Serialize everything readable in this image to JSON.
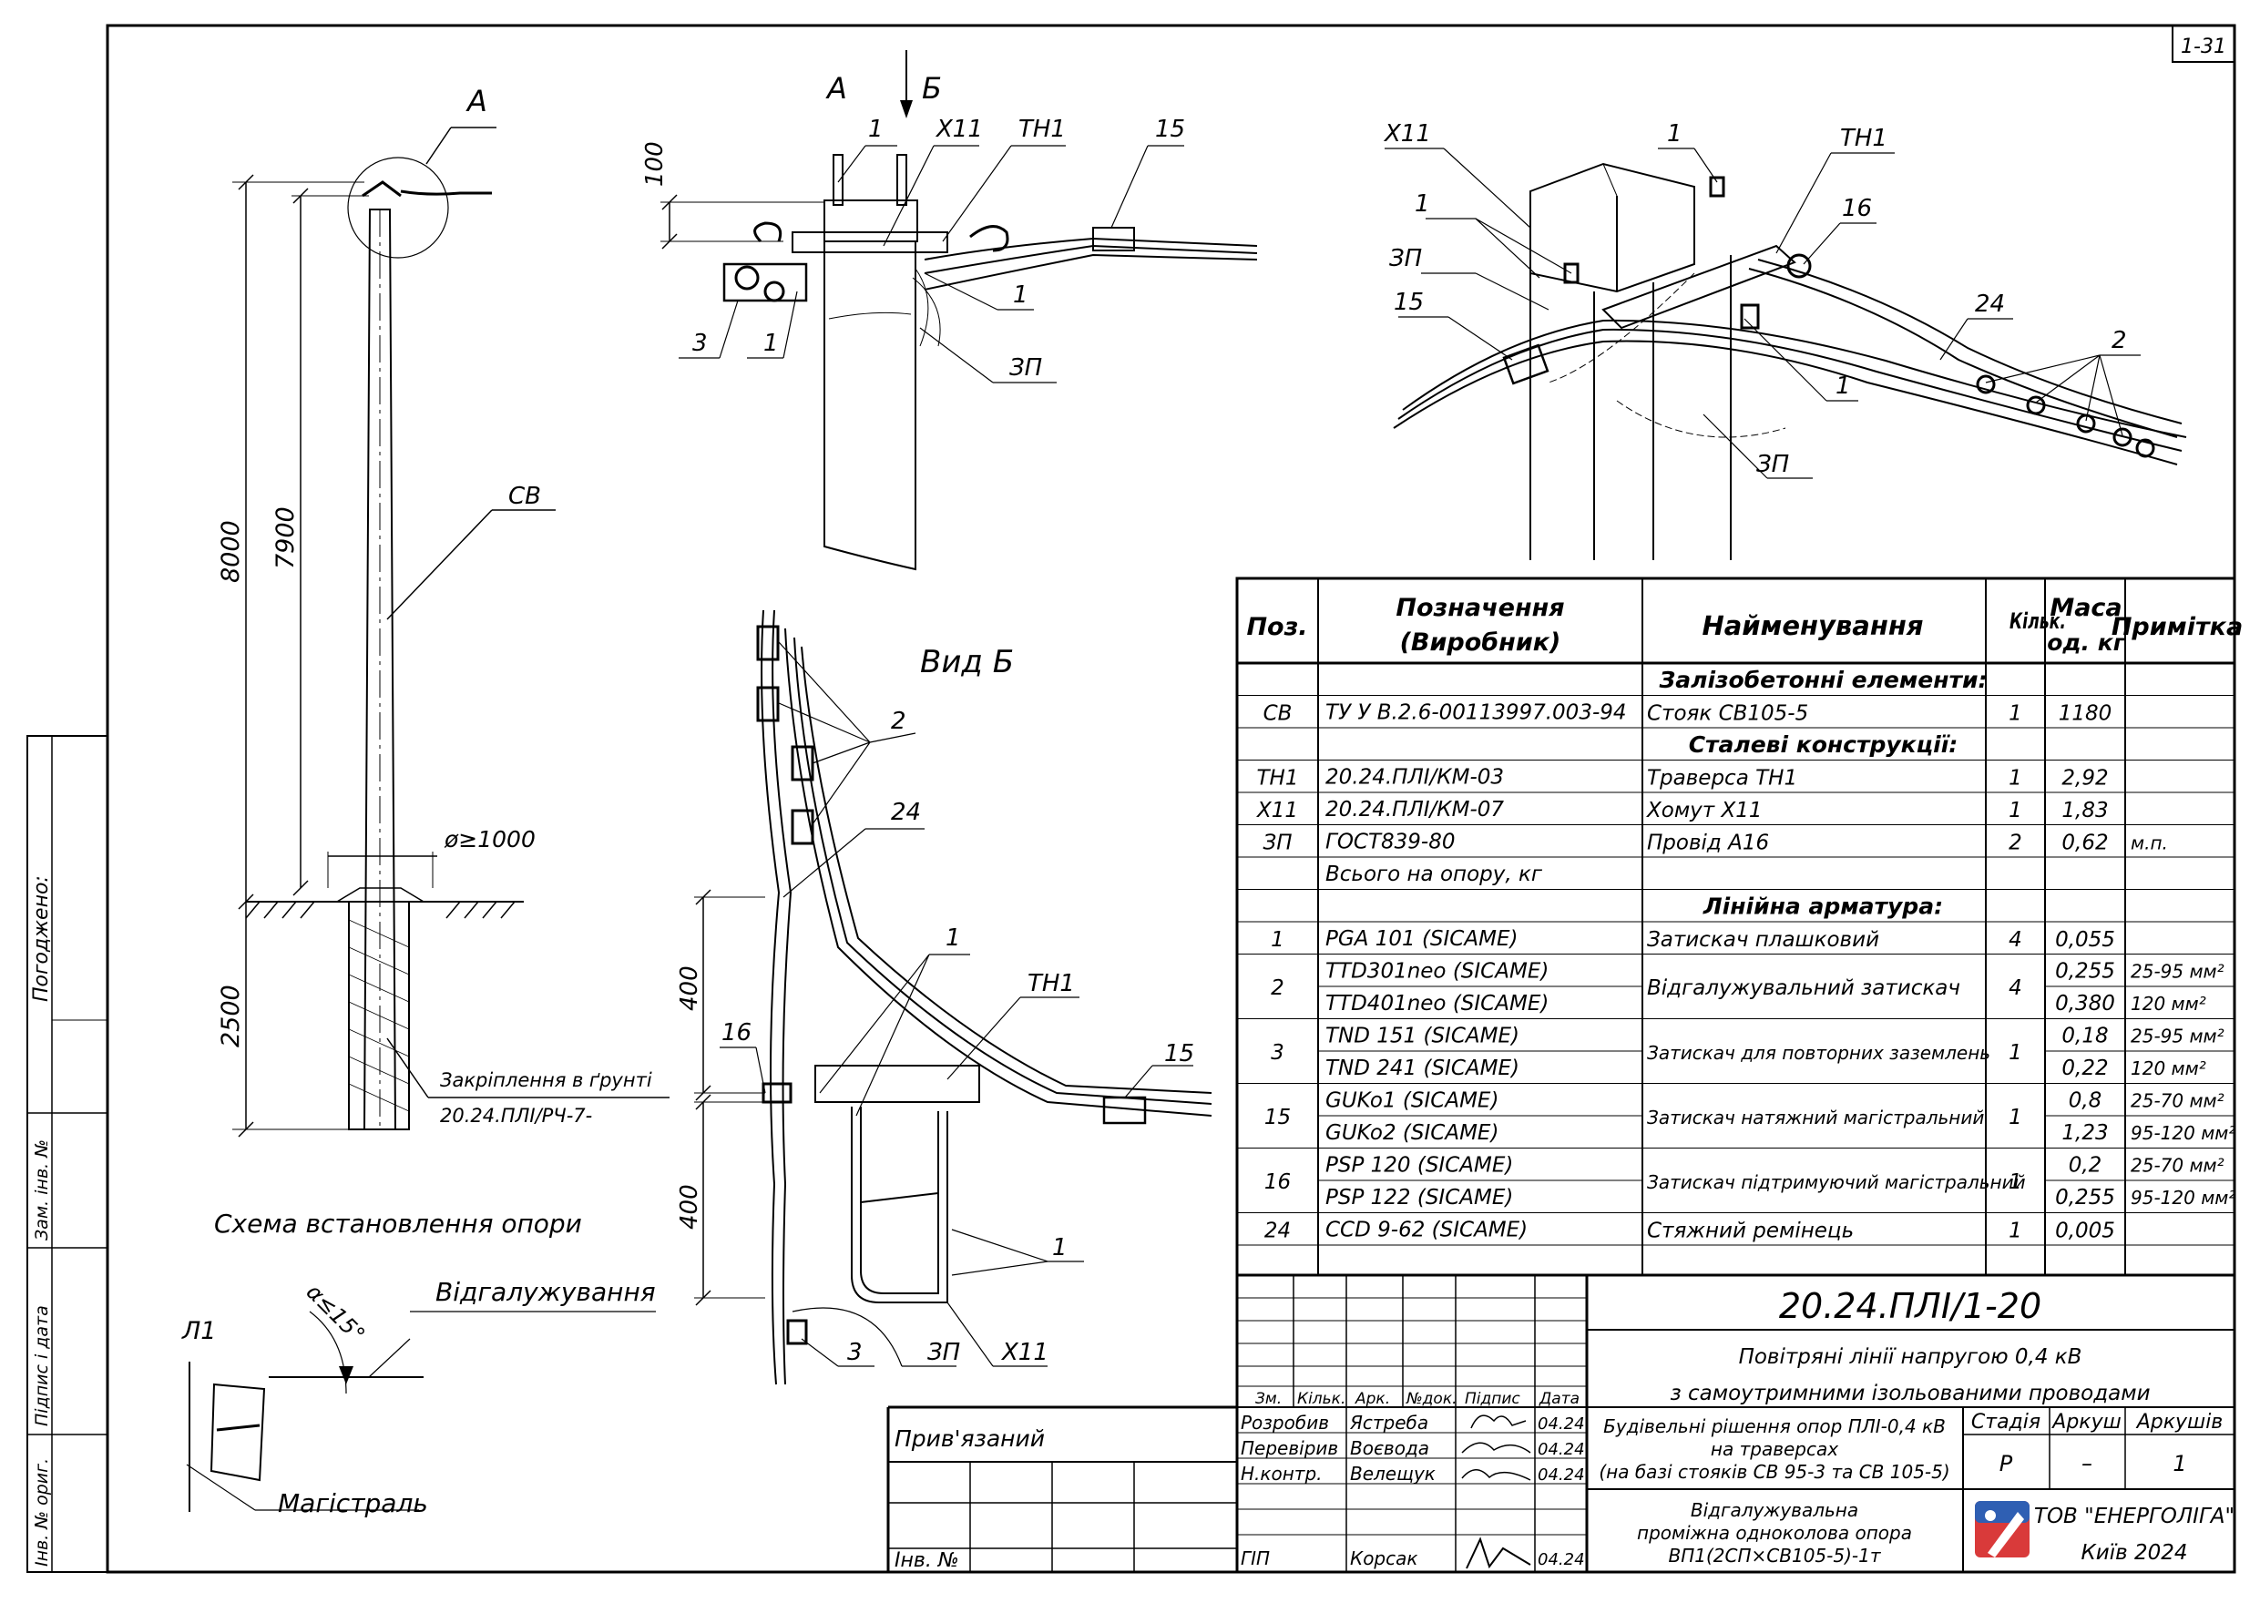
{
  "sheet_id": "1-31",
  "views": {
    "schema": {
      "label_a": "А",
      "dim_8000": "8000",
      "dim_7900": "7900",
      "dim_2500": "2500",
      "pole_code": "СВ",
      "diameter": "ø≥1000",
      "anchoring_label": "Закріплення в ґрунті",
      "anchoring_code": "20.24.ПЛІ/РЧ-7-",
      "caption": "Схема встановлення опори"
    },
    "view_a": {
      "label_a": "А",
      "label_b": "Б",
      "dim_100": "100",
      "callouts": [
        "1",
        "Х11",
        "ТН1",
        "15",
        "3",
        "1",
        "1",
        "ЗП"
      ]
    },
    "view_b": {
      "title": "Вид Б",
      "dim_400_top": "400",
      "dim_400_bottom": "400",
      "callouts": [
        "2",
        "24",
        "1",
        "ТН1",
        "16",
        "15",
        "1",
        "3",
        "ЗП",
        "Х11"
      ]
    },
    "iso": {
      "callouts": [
        "Х11",
        "1",
        "ТН1",
        "1",
        "16",
        "ЗП",
        "15",
        "24",
        "2",
        "1",
        "ЗП"
      ]
    },
    "branch": {
      "title": "Відгалужування",
      "angle": "α≤15°",
      "line_label": "Л1",
      "trunk_label": "Магістраль"
    }
  },
  "spec_table": {
    "headers": [
      "Поз.",
      "Позначення",
      "(Виробник)",
      "Найменування",
      "Кільк.",
      "Маса",
      "од. кг",
      "Примітка"
    ],
    "rows": [
      {
        "type": "section",
        "name": "Залізобетонні елементи:"
      },
      {
        "pos": "СВ",
        "code": [
          "ТУ У В.2.6-00113997.003-94"
        ],
        "name": "Стояк СВ105-5",
        "qty": "1",
        "mass": [
          "1180"
        ],
        "note": [
          ""
        ]
      },
      {
        "type": "section",
        "name": "Сталеві конструкції:"
      },
      {
        "pos": "ТН1",
        "code": [
          "20.24.ПЛІ/КМ-03"
        ],
        "name": "Траверса ТН1",
        "qty": "1",
        "mass": [
          "2,92"
        ],
        "note": [
          ""
        ]
      },
      {
        "pos": "Х11",
        "code": [
          "20.24.ПЛІ/КМ-07"
        ],
        "name": "Хомут Х11",
        "qty": "1",
        "mass": [
          "1,83"
        ],
        "note": [
          ""
        ]
      },
      {
        "pos": "ЗП",
        "code": [
          "ГОСТ839-80"
        ],
        "name": "Провід А16",
        "qty": "2",
        "mass": [
          "0,62"
        ],
        "note": [
          "м.п."
        ]
      },
      {
        "pos": "",
        "code": [
          "Всього на опору, кг"
        ],
        "name": "",
        "qty": "",
        "mass": [
          ""
        ],
        "note": [
          ""
        ]
      },
      {
        "type": "section",
        "name": "Лінійна арматура:"
      },
      {
        "pos": "1",
        "code": [
          "PGA 101   (SICAME)"
        ],
        "name": "Затискач плашковий",
        "qty": "4",
        "mass": [
          "0,055"
        ],
        "note": [
          ""
        ]
      },
      {
        "pos": "2",
        "code": [
          "TTD301neo   (SICAME)",
          "TTD401neo   (SICAME)"
        ],
        "name": "Відгалужувальний затискач",
        "qty": "4",
        "mass": [
          "0,255",
          "0,380"
        ],
        "note": [
          "25-95 мм²",
          "120 мм²"
        ]
      },
      {
        "pos": "3",
        "code": [
          "TND 151   (SICAME)",
          "TND 241   (SICAME)"
        ],
        "name": "Затискач для повторних заземлень",
        "qty": "1",
        "mass": [
          "0,18",
          "0,22"
        ],
        "note": [
          "25-95 мм²",
          "120 мм²"
        ]
      },
      {
        "pos": "15",
        "code": [
          "GUKo1   (SICAME)",
          "GUKo2   (SICAME)"
        ],
        "name": "Затискач натяжний магістральний",
        "qty": "1",
        "mass": [
          "0,8",
          "1,23"
        ],
        "note": [
          "25-70 мм²",
          "95-120 мм²"
        ]
      },
      {
        "pos": "16",
        "code": [
          "PSP 120   (SICAME)",
          "PSP 122   (SICAME)"
        ],
        "name": "Затискач підтримуючий магістральний",
        "qty": "1",
        "mass": [
          "0,2",
          "0,255"
        ],
        "note": [
          "25-70 мм²",
          "95-120 мм²"
        ]
      },
      {
        "pos": "24",
        "code": [
          "CCD 9-62   (SICAME)"
        ],
        "name": "Стяжний ремінець",
        "qty": "1",
        "mass": [
          "0,005"
        ],
        "note": [
          ""
        ]
      }
    ]
  },
  "title_block": {
    "doc_number": "20.24.ПЛІ/1-20",
    "line1": "Повітряні лінії напругою 0,4 кВ",
    "line2": "з самоутримними ізольованими проводами",
    "subtitle": [
      "Будівельні рішення опор ПЛІ-0,4 кВ",
      "на траверсах",
      "(на базі стояків СВ 95-3 та СВ 105-5)"
    ],
    "sheet_name": [
      "Відгалужувальна",
      "проміжна одноколова опора",
      "ВП1(2СП×СВ105-5)-1т"
    ],
    "stage_header": "Стадія",
    "sheet_header": "Аркуш",
    "sheets_header": "Аркушів",
    "stage": "Р",
    "sheet": "–",
    "sheets": "1",
    "company": "ТОВ \"ЕНЕРГОЛІГА\"",
    "city": "Київ 2024",
    "col_headers": [
      "Зм.",
      "Кільк.",
      "Арк.",
      "№док.",
      "Підпис",
      "Дата"
    ],
    "signers": [
      {
        "role": "Розробив",
        "name": "Ястреба",
        "date": "04.24"
      },
      {
        "role": "Перевірив",
        "name": "Воєвода",
        "date": "04.24"
      },
      {
        "role": "Н.контр.",
        "name": "Велещук",
        "date": "04.24"
      },
      {
        "role": "ГІП",
        "name": "Корсак",
        "date": "04.24"
      }
    ],
    "linked": "Прив'язаний",
    "inv_no": "Інв. №"
  },
  "left_strip": {
    "agreed": "Погоджено:",
    "labels": [
      "Зам. інв. №",
      "Підпис і дата",
      "Інв. № ориг."
    ]
  }
}
